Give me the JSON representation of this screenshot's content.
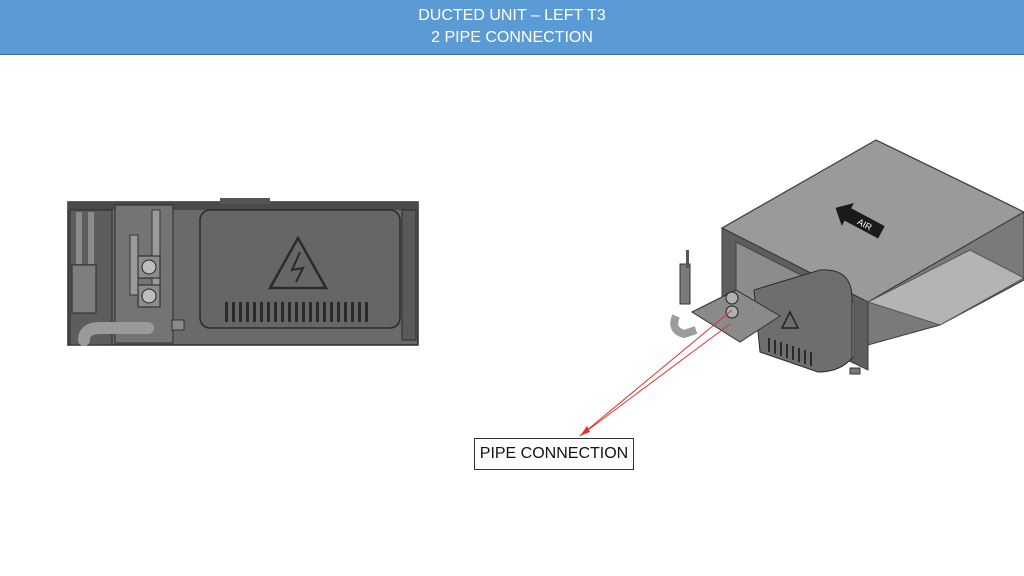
{
  "header": {
    "title_line1": "DUCTED UNIT – LEFT T3",
    "title_line2": "2 PIPE CONNECTION"
  },
  "diagram": {
    "callout_label": "PIPE CONNECTION",
    "iso_arrow_label": "AIR",
    "leader_color": "#e03030",
    "header_color": "#5b9bd5"
  }
}
